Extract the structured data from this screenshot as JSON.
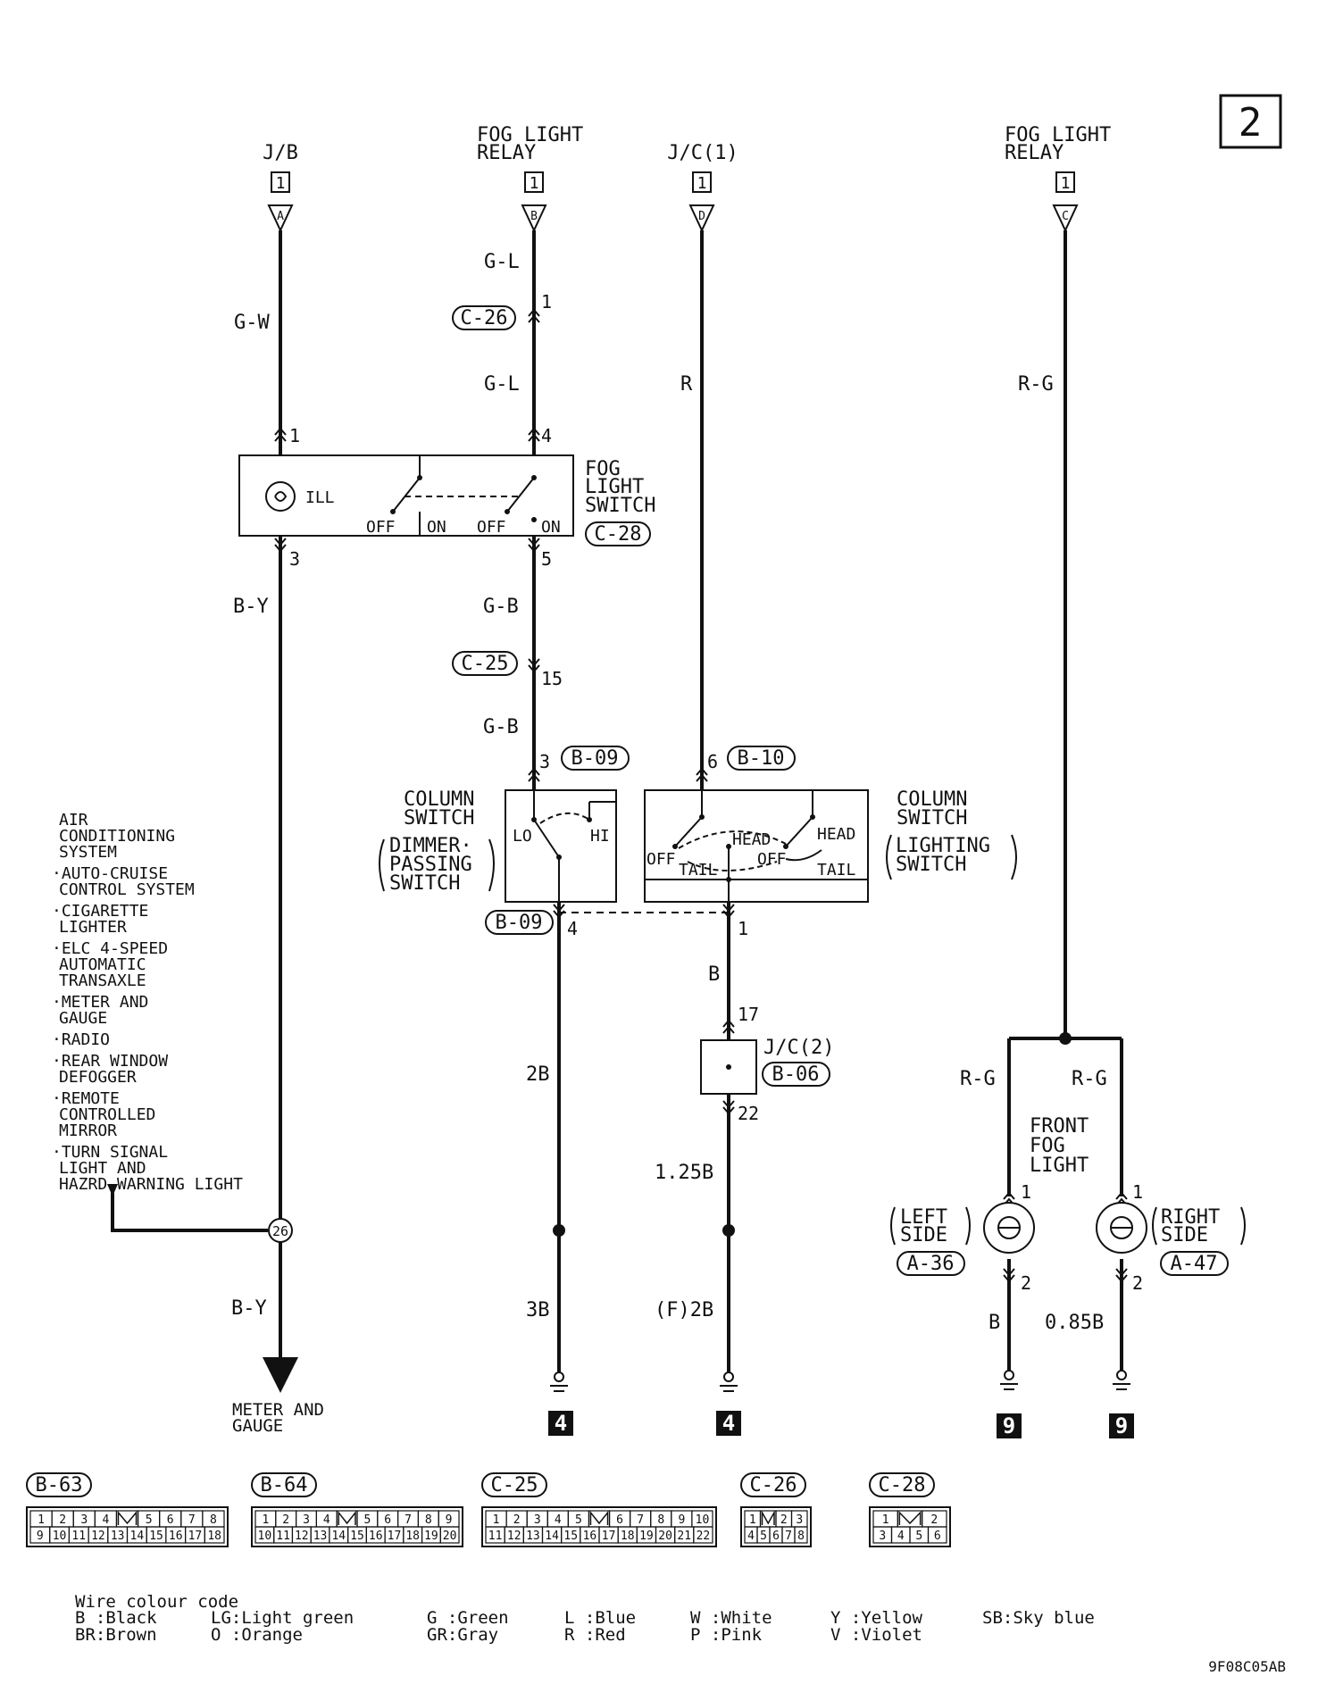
{
  "page_number": "2",
  "sources": {
    "jb": {
      "name": "J/B",
      "conn": "1",
      "letter": "A"
    },
    "fog_relay_b": {
      "name_line1": "FOG LIGHT",
      "name_line2": "RELAY",
      "conn": "1",
      "letter": "B"
    },
    "jc1": {
      "name": "J/C(1)",
      "conn": "1",
      "letter": "D"
    },
    "fog_relay_c": {
      "name_line1": "FOG LIGHT",
      "name_line2": "RELAY",
      "conn": "1",
      "letter": "C"
    }
  },
  "wires": {
    "gw": "G-W",
    "gl_top": "G-L",
    "gl_mid": "G-L",
    "r": "R",
    "rg_top": "R-G",
    "by_top": "B-Y",
    "gb_top": "G-B",
    "gb_mid": "G-B",
    "b_mid": "B",
    "b2": "2B",
    "b125": "1.25B",
    "b3": "3B",
    "f2b": "(F)2B",
    "by_bot": "B-Y",
    "rg_left": "R-G",
    "rg_right": "R-G",
    "b_left": "B",
    "b085": "0.85B"
  },
  "pins": {
    "p1_left": "1",
    "p1_c26": "1",
    "p4_fog": "4",
    "p3_fog": "3",
    "p5_fog": "5",
    "p15": "15",
    "p3_col": "3",
    "p6_col": "6",
    "p4_col": "4",
    "p1_col": "1",
    "p17": "17",
    "p22": "22",
    "p1_lf": "1",
    "p2_lf": "2",
    "p1_rf": "1",
    "p2_rf": "2"
  },
  "connectors": {
    "c26": "C-26",
    "c28": "C-28",
    "c25": "C-25",
    "b09_top": "B-09",
    "b10": "B-10",
    "b09_bot": "B-09",
    "b06": "B-06",
    "a36": "A-36",
    "a47": "A-47"
  },
  "fog_switch": {
    "title_lines": [
      "FOG",
      "LIGHT",
      "SWITCH"
    ],
    "ill": "ILL",
    "off1": "OFF",
    "on1": "ON",
    "off2": "OFF",
    "on2": "ON"
  },
  "column_switch_dimmer": {
    "title_lines": [
      "COLUMN",
      "SWITCH"
    ],
    "sub_lines": [
      "DIMMER·",
      "PASSING",
      "SWITCH"
    ],
    "lo": "LO",
    "hi": "HI"
  },
  "column_switch_lighting": {
    "title_lines": [
      "COLUMN",
      "SWITCH"
    ],
    "sub_lines": [
      "LIGHTING",
      "SWITCH"
    ],
    "off_l": "OFF",
    "tail_l": "TAIL",
    "head_l": "HEAD",
    "off_r": "OFF",
    "head_r": "HEAD",
    "tail_r": "TAIL"
  },
  "jc2": {
    "name": "J/C(2)"
  },
  "front_fog": {
    "title_lines": [
      "FRONT",
      "FOG",
      "LIGHT"
    ],
    "left_lines": [
      "LEFT",
      "SIDE"
    ],
    "right_lines": [
      "RIGHT",
      "SIDE"
    ]
  },
  "splice": "26",
  "system_list": {
    "item1": [
      "AIR",
      "CONDITIONING",
      "SYSTEM"
    ],
    "item2": [
      "·AUTO-CRUISE",
      "CONTROL SYSTEM"
    ],
    "item3": [
      "·CIGARETTE",
      "LIGHTER"
    ],
    "item4": [
      "·ELC 4-SPEED",
      "AUTOMATIC",
      "TRANSAXLE"
    ],
    "item5": [
      "·METER AND",
      "GAUGE"
    ],
    "item6": [
      "·RADIO"
    ],
    "item7": [
      "·REAR WINDOW",
      "DEFOGGER"
    ],
    "item8": [
      "·REMOTE",
      "CONTROLLED",
      "MIRROR"
    ],
    "item9": [
      "·TURN SIGNAL",
      "LIGHT AND",
      "HAZRD WARNING LIGHT"
    ]
  },
  "meter_lines": [
    "METER AND",
    "GAUGE"
  ],
  "grounds": {
    "g1": "4",
    "g2": "4",
    "g3": "9",
    "g4": "9"
  },
  "connector_views": {
    "b63": {
      "label": "B-63",
      "row1": [
        "1",
        "2",
        "3",
        "4",
        "",
        "5",
        "6",
        "7",
        "8"
      ],
      "row2": [
        "9",
        "10",
        "11",
        "12",
        "13",
        "14",
        "15",
        "16",
        "17",
        "18"
      ]
    },
    "b64": {
      "label": "B-64",
      "row1": [
        "1",
        "2",
        "3",
        "4",
        "",
        "5",
        "6",
        "7",
        "8",
        "9"
      ],
      "row2": [
        "10",
        "11",
        "12",
        "13",
        "14",
        "15",
        "16",
        "17",
        "18",
        "19",
        "20"
      ]
    },
    "c25": {
      "label": "C-25",
      "row1": [
        "1",
        "2",
        "3",
        "4",
        "5",
        "",
        "6",
        "7",
        "8",
        "9",
        "10"
      ],
      "row2": [
        "11",
        "12",
        "13",
        "14",
        "15",
        "16",
        "17",
        "18",
        "19",
        "20",
        "21",
        "22"
      ]
    },
    "c26": {
      "label": "C-26",
      "row1": [
        "1",
        "",
        "2",
        "3"
      ],
      "row2": [
        "4",
        "5",
        "6",
        "7",
        "8"
      ]
    },
    "c28": {
      "label": "C-28",
      "row1": [
        "1",
        "",
        "2"
      ],
      "row2": [
        "3",
        "4",
        "5",
        "6"
      ]
    }
  },
  "legend": {
    "title": "Wire colour code",
    "row1": [
      "B :Black",
      "LG:Light green",
      "G :Green",
      "L :Blue",
      "W :White",
      "Y :Yellow",
      "SB:Sky blue"
    ],
    "row2": [
      "BR:Brown",
      "O :Orange",
      "GR:Gray",
      "R :Red",
      "P :Pink",
      "V :Violet"
    ]
  },
  "doc_code": "9F08C05AB"
}
